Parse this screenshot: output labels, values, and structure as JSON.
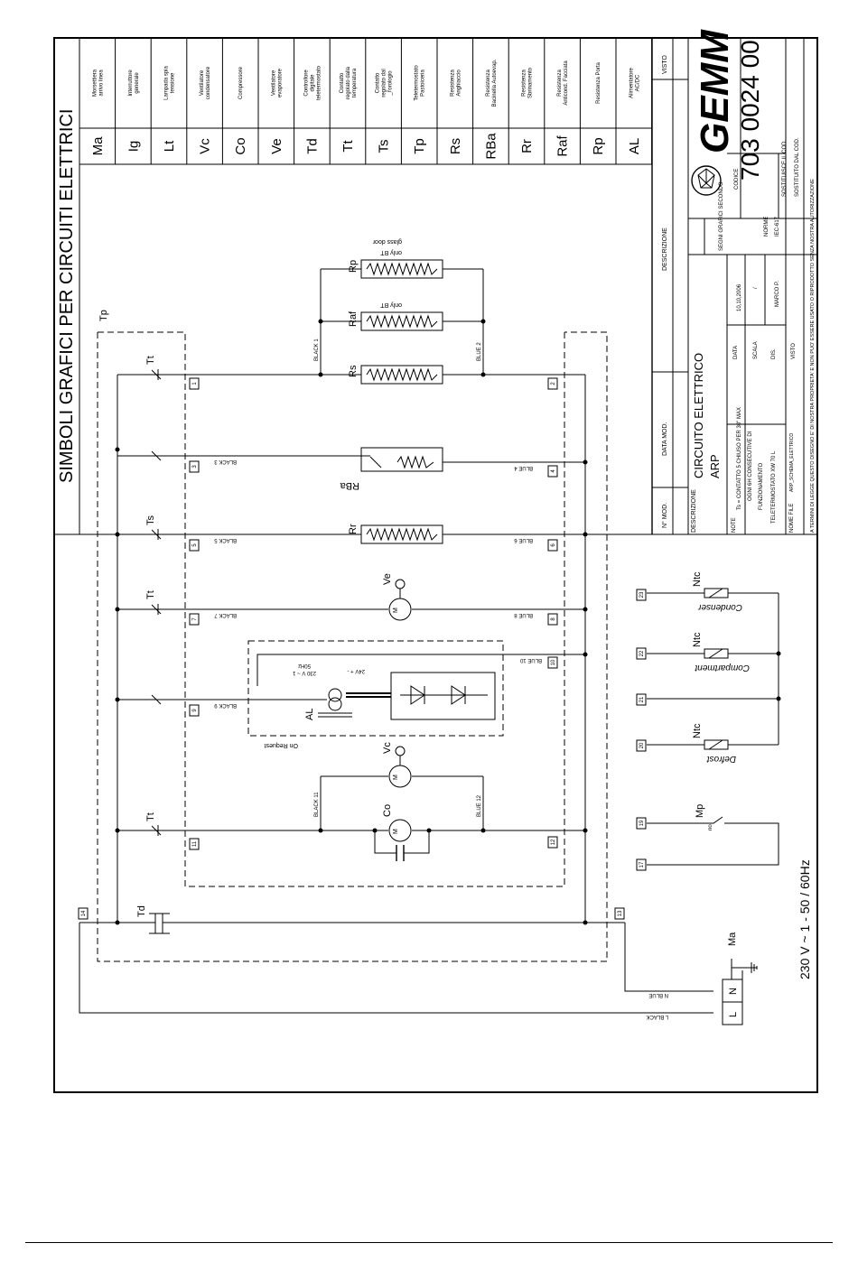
{
  "page_title": "SIMBOLI GRAFICI PER CIRCUITI ELETTRICI",
  "legend": [
    {
      "code": "Ma",
      "desc": [
        "Morsettiera",
        "arrivo linea"
      ]
    },
    {
      "code": "Ig",
      "desc": [
        "Interruttore",
        "generale"
      ]
    },
    {
      "code": "Lt",
      "desc": [
        "Lampada spia",
        "tensione"
      ]
    },
    {
      "code": "Vc",
      "desc": [
        "Ventilatore",
        "condensatore"
      ]
    },
    {
      "code": "Co",
      "desc": [
        "Compressore"
      ]
    },
    {
      "code": "Ve",
      "desc": [
        "Ventilatore",
        "evaporatore"
      ]
    },
    {
      "code": "Td",
      "desc": [
        "Controllore",
        "digitale",
        "teletermostato"
      ]
    },
    {
      "code": "Tt",
      "desc": [
        "Contatto",
        "regolato dalla",
        "temperatura"
      ]
    },
    {
      "code": "Ts",
      "desc": [
        "Contatto",
        "regolato dal",
        "_l'orologio"
      ]
    },
    {
      "code": "Tp",
      "desc": [
        "Teletermostato",
        "Pastoiceria"
      ]
    },
    {
      "code": "Rs",
      "desc": [
        "Resistenza",
        "Anghiaccio"
      ]
    },
    {
      "code": "RBa",
      "desc": [
        "Resistenza",
        "Bacinella Autoevap."
      ]
    },
    {
      "code": "Rr",
      "desc": [
        "Resistenza",
        "Sbrinamento"
      ]
    },
    {
      "code": "Raf",
      "desc": [
        "Resistenza",
        "Anticond. Facciata"
      ]
    },
    {
      "code": "Rp",
      "desc": [
        "Resistenza Porta"
      ]
    },
    {
      "code": "AL",
      "desc": [
        "Alimentatore",
        "AC/DC"
      ]
    }
  ],
  "visto_label": "VISTO",
  "revision": {
    "descrizione": "DESCRIZIONE",
    "data_mod": "DATA MOD.",
    "n_mod": "N° MOD."
  },
  "title_block": {
    "descrizione_label": "DESCRIZIONE",
    "title_line1": "CIRCUITO  ELETTRICO",
    "title_line2": "ARP",
    "note_label": "NOTE",
    "note_lines": [
      "Ts = CONTATTO  5  CHIUSO PER 30\" MAX",
      "OGNI  6H  CONSECUTIVE DI",
      "FUNZIONAMENTO",
      "TELETERMOSTATO  XW 70 L"
    ],
    "nome_file_label": "NOME FILE",
    "nome_file": "ARP_SCHEMA_ELETTRICO",
    "data_label": "DATA",
    "data_value": "10,10,2006",
    "scala_label": "SCALA",
    "scala_value": "/",
    "dis_label": "DIS.",
    "dis_value": "MARCO P.",
    "visto_label": "VISTO",
    "segni_label": "SEGNI GRAFICI SECONDO",
    "norme_label": "NORME",
    "norme_value": "IEC-617",
    "codice_label": "CODICE",
    "codice_value": "703 0024 00",
    "sostituisce_label": "SOSTITUISCE IL COD.",
    "sostituito_label": "SOSTITUITO DAL COD.",
    "logo_text": "GEMM",
    "footer_note": "A TERMINI DI LEGGE QUESTO DISEGNO E' DI NOSTRA PROPRIETA' E NON PUO' ESSERE USATO O RIPRODOTTO SENZA NOSTRA AUTORIZZAZIONE"
  },
  "schematic": {
    "supply": "230 V ~ 1 - 50 / 60Hz",
    "wires": {
      "l_black": "L BLACK",
      "n_blue": "N BLUE",
      "black1": "BLACK 1",
      "blue2": "BLUE 2",
      "black3": "BLACK 3",
      "blue4": "BLUE 4",
      "black5": "BLACK 5",
      "blue6": "BLUE 6",
      "black7": "BLACK 7",
      "blue8": "BLUE 8",
      "black9": "BLACK 9",
      "blue10": "BLUE 10",
      "black11": "BLACK 11",
      "blue12": "BLUE 12"
    },
    "components": {
      "rp": "Rp",
      "raf": "Raf",
      "rs": "Rs",
      "rba": "RBa",
      "rr": "Rr",
      "ve": "Ve",
      "vc": "Vc",
      "co": "Co",
      "al": "AL",
      "td": "Td",
      "tp": "Tp",
      "ma": "Ma",
      "tt": "Tt",
      "ts": "Ts",
      "mp": "Mp",
      "ntc": "Ntc",
      "l": "L",
      "n": "N",
      "m": "M",
      "no": "no"
    },
    "notes": {
      "only_bt": "only BT",
      "glass_door": "glass door",
      "on_request": "On Request",
      "condenser": "Condenser",
      "compartment": "Compartment",
      "defrost": "Defrost",
      "al_out": "24V + -",
      "al_in": "230 V ~ 1",
      "al_freq": "50Hz"
    },
    "terminals": [
      "1",
      "2",
      "3",
      "4",
      "5",
      "6",
      "7",
      "8",
      "9",
      "10",
      "11",
      "12",
      "13",
      "14",
      "17",
      "19",
      "20",
      "21",
      "22",
      "23"
    ]
  }
}
